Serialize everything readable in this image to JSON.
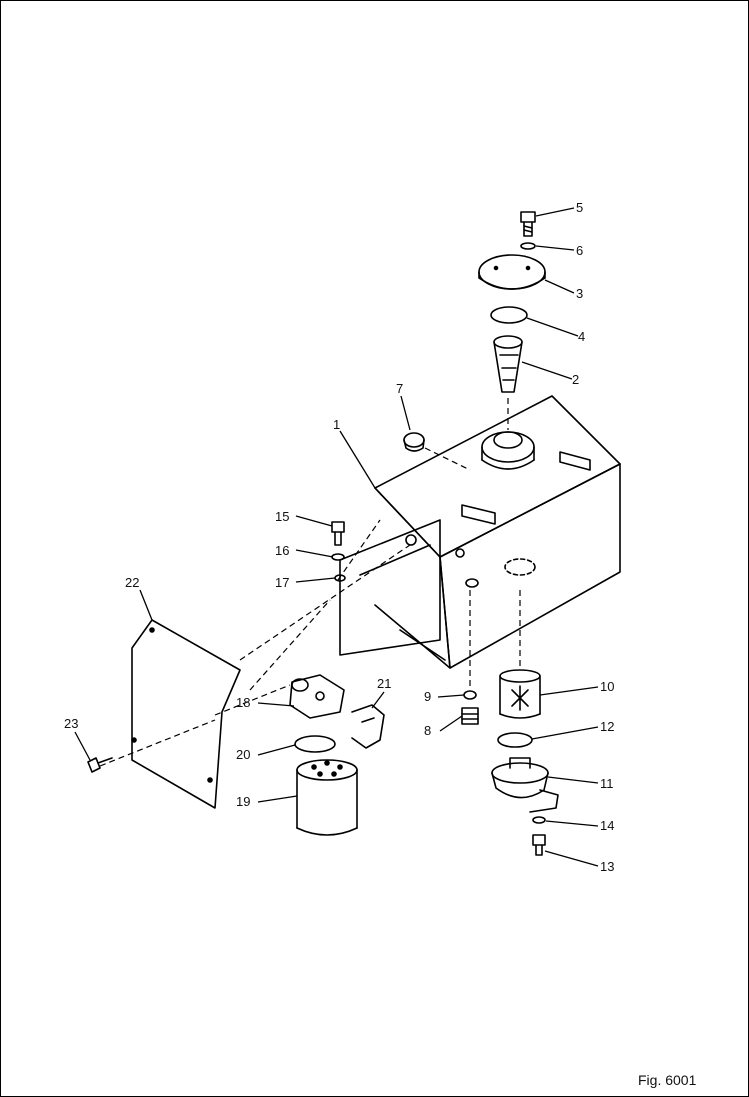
{
  "figure": {
    "caption": "Fig. 6001"
  },
  "part_labels": [
    "1",
    "2",
    "3",
    "4",
    "5",
    "6",
    "7",
    "8",
    "9",
    "10",
    "11",
    "12",
    "13",
    "14",
    "15",
    "16",
    "17",
    "18",
    "19",
    "20",
    "21",
    "22",
    "23"
  ]
}
